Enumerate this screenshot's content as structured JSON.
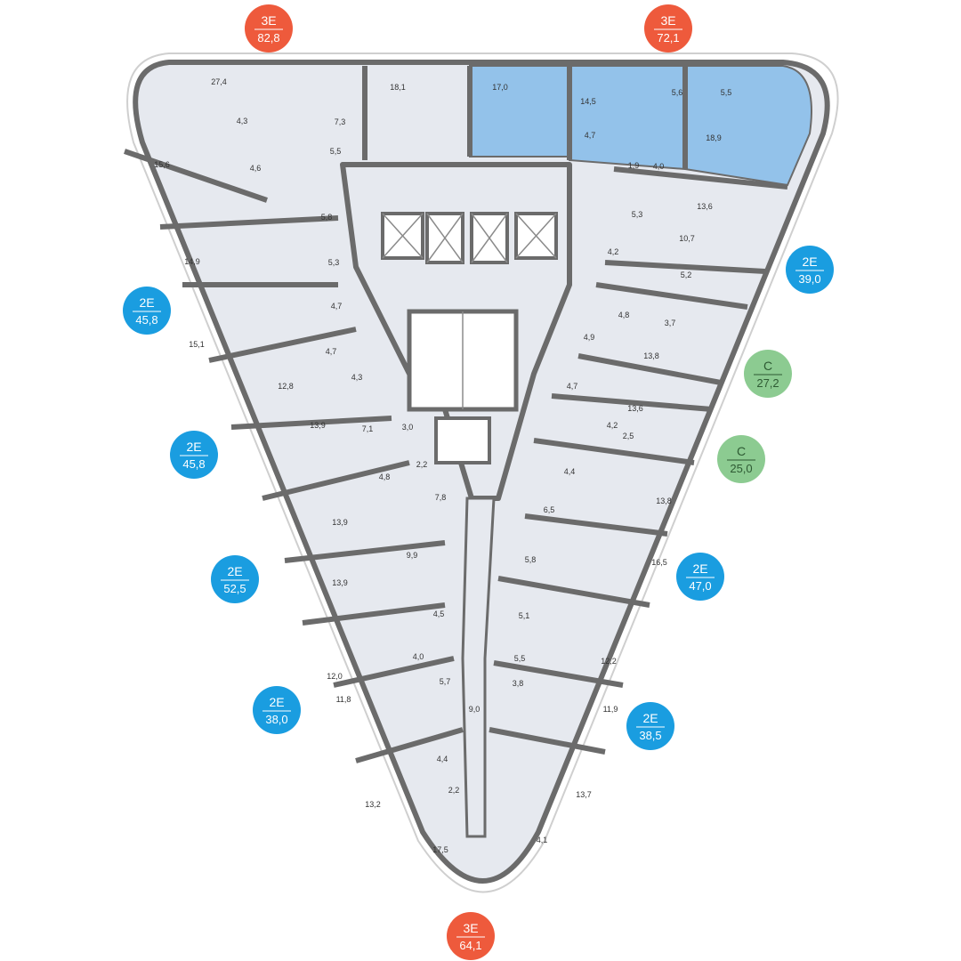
{
  "colors": {
    "floor": "#e6e9ef",
    "highlight": "#93c2ea",
    "wall": "#6b6b6b",
    "badge_3e": "#ee5a3c",
    "badge_2e": "#1a9de0",
    "badge_c": "#8ccb91"
  },
  "badges": [
    {
      "id": "3e-82-8",
      "type": "3Е",
      "area": "82,8",
      "kind": "3e"
    },
    {
      "id": "3e-72-1",
      "type": "3Е",
      "area": "72,1",
      "kind": "3e"
    },
    {
      "id": "2e-39-0",
      "type": "2Е",
      "area": "39,0",
      "kind": "2e"
    },
    {
      "id": "2e-45-8-a",
      "type": "2Е",
      "area": "45,8",
      "kind": "2e"
    },
    {
      "id": "c-27-2",
      "type": "С",
      "area": "27,2",
      "kind": "c"
    },
    {
      "id": "2e-45-8-b",
      "type": "2Е",
      "area": "45,8",
      "kind": "2e"
    },
    {
      "id": "c-25-0",
      "type": "С",
      "area": "25,0",
      "kind": "c"
    },
    {
      "id": "2e-52-5",
      "type": "2Е",
      "area": "52,5",
      "kind": "2e"
    },
    {
      "id": "2e-47-0",
      "type": "2Е",
      "area": "47,0",
      "kind": "2e"
    },
    {
      "id": "2e-38-0",
      "type": "2Е",
      "area": "38,0",
      "kind": "2e"
    },
    {
      "id": "2e-38-5",
      "type": "2Е",
      "area": "38,5",
      "kind": "2e"
    },
    {
      "id": "3e-64-1",
      "type": "3Е",
      "area": "64,1",
      "kind": "3e"
    }
  ],
  "room_labels": [
    "27,4",
    "18,1",
    "17,0",
    "14,5",
    "5,6",
    "5,5",
    "4,3",
    "7,3",
    "4,7",
    "18,9",
    "1,9",
    "4,0",
    "15,6",
    "4,6",
    "5,5",
    "5,8",
    "13,6",
    "5,3",
    "14,9",
    "10,7",
    "5,3",
    "4,2",
    "5,2",
    "4,7",
    "4,8",
    "3,7",
    "15,1",
    "4,7",
    "4,9",
    "13,8",
    "12,8",
    "4,3",
    "4,7",
    "13,6",
    "13,9",
    "7,1",
    "3,0",
    "4,2",
    "2,5",
    "4,8",
    "2,2",
    "4,4",
    "7,8",
    "13,8",
    "13,9",
    "6,5",
    "9,9",
    "5,8",
    "16,5",
    "13,9",
    "4,5",
    "5,1",
    "4,0",
    "5,5",
    "12,2",
    "12,0",
    "5,7",
    "3,8",
    "11,8",
    "9,0",
    "11,9",
    "4,4",
    "2,2",
    "13,2",
    "13,7",
    "4,1",
    "17,5"
  ]
}
